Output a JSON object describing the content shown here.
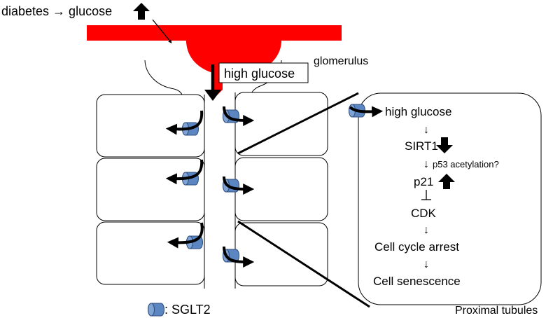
{
  "diagram": {
    "top_left_text": "diabetes → glucose",
    "glomerulus_label": "glomerulus",
    "high_glucose_box": "high glucose",
    "legend_label": ": SGLT2",
    "region_label": "Proximal tubules",
    "pathway": {
      "step1": "high glucose",
      "step2": "SIRT1",
      "step2_note": "p53 acetylation?",
      "step3": "p21",
      "step4": "CDK",
      "step5": "Cell cycle arrest",
      "step6": "Cell senescence",
      "arrow_glyph": "↓"
    },
    "colors": {
      "vessel": "#ff0000",
      "transporter_fill": "#5b86c1",
      "transporter_stroke": "#2f4f7f"
    }
  }
}
